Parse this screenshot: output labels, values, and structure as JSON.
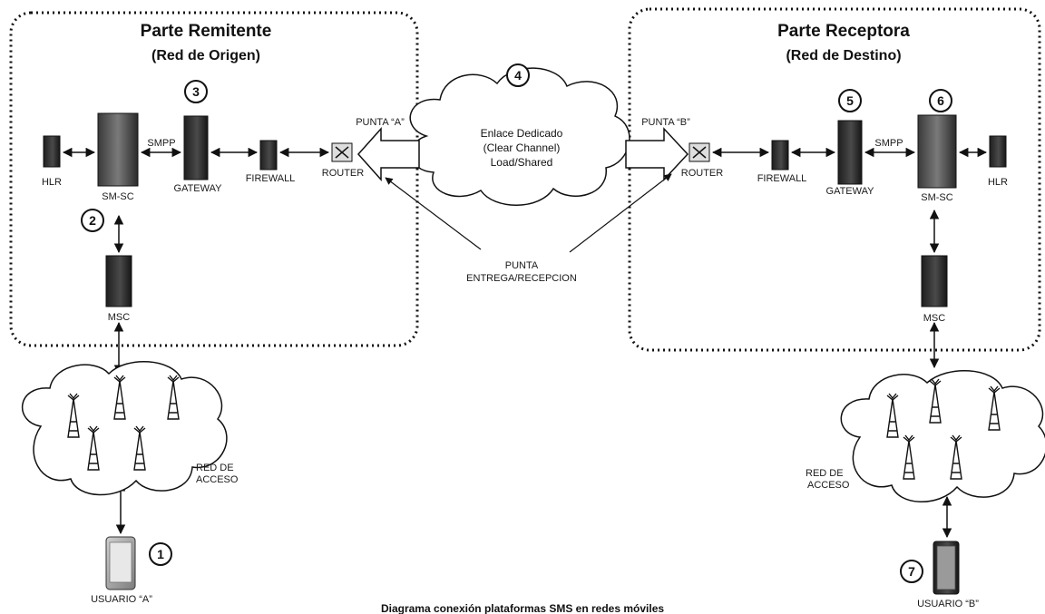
{
  "sender": {
    "title": "Parte Remitente",
    "subtitle": "(Red de Origen)"
  },
  "receiver": {
    "title": "Parte Receptora",
    "subtitle": "(Red de Destino)"
  },
  "steps": [
    "1",
    "2",
    "3",
    "4",
    "5",
    "6",
    "7"
  ],
  "labels": {
    "hlr": "HLR",
    "smsc": "SM-SC",
    "smpp": "SMPP",
    "gateway": "GATEWAY",
    "firewall": "FIREWALL",
    "router": "ROUTER",
    "msc": "MSC",
    "punta_a": "PUNTA “A”",
    "punta_b": "PUNTA “B”",
    "red_acceso_line1": "RED DE",
    "red_acceso_line2": "ACCESO",
    "usuario_a": "USUARIO “A”",
    "usuario_b": "USUARIO “B”",
    "punta_entrega_line1": "PUNTA",
    "punta_entrega_line2": "ENTREGA/RECEPCION"
  },
  "cloud_link": {
    "line1": "Enlace Dedicado",
    "line2": "(Clear Channel)",
    "line3": "Load/Shared"
  },
  "caption": "Diagrama conexión plataformas SMS en redes móviles"
}
